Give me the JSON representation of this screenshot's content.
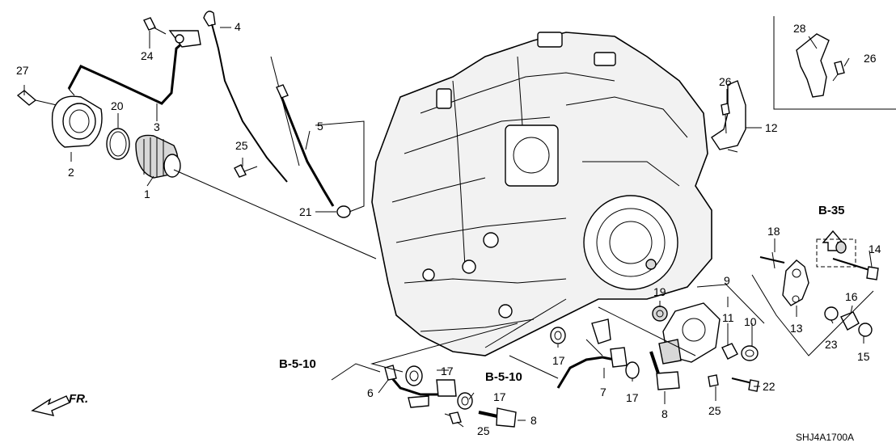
{
  "callouts": {
    "n1": "1",
    "n2": "2",
    "n3": "3",
    "n4": "4",
    "n5": "5",
    "n6": "6",
    "n7": "7",
    "n8a": "8",
    "n8b": "8",
    "n9": "9",
    "n10": "10",
    "n11": "11",
    "n12": "12",
    "n13": "13",
    "n14": "14",
    "n15": "15",
    "n16": "16",
    "n17a": "17",
    "n17b": "17",
    "n17c": "17",
    "n17d": "17",
    "n18": "18",
    "n19": "19",
    "n20": "20",
    "n21": "21",
    "n22": "22",
    "n23": "23",
    "n24": "24",
    "n25a": "25",
    "n25b": "25",
    "n25c": "25",
    "n26a": "26",
    "n26b": "26",
    "n27": "27",
    "n28": "28"
  },
  "references": {
    "b35": "B-35",
    "b510_left": "B-5-10",
    "b510_right": "B-5-10"
  },
  "front_indicator": "FR.",
  "diagram_code": "SHJ4A1700A"
}
